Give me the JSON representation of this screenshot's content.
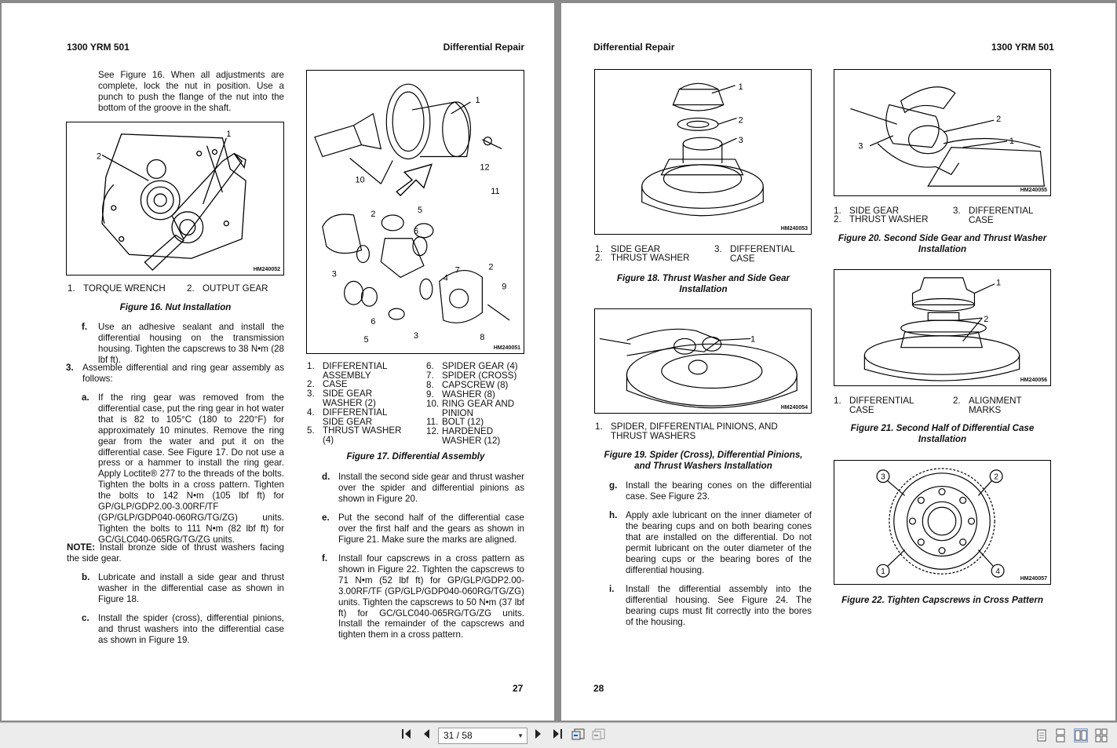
{
  "left_page": {
    "header_left": "1300 YRM 501",
    "header_right": "Differential Repair",
    "page_number": "27",
    "intro_text": "See Figure 16. When all adjustments are complete, lock the nut in position. Use a punch to push the flange of the nut into the bottom of the groove in the shaft.",
    "fig16": {
      "id": "HM240052",
      "callouts": [
        "1",
        "2"
      ],
      "legend": [
        {
          "n": "1.",
          "t": "TORQUE WRENCH"
        },
        {
          "n": "2.",
          "t": "OUTPUT GEAR"
        }
      ],
      "caption": "Figure 16.  Nut Installation"
    },
    "step_f": {
      "label": "f.",
      "text": "Use an adhesive sealant and install the differential housing on the transmission housing. Tighten the capscrews to 38 N•m (28 lbf ft)."
    },
    "step_3": {
      "label": "3.",
      "text": "Assemble differential and ring gear assembly as follows:"
    },
    "step_a": {
      "label": "a.",
      "text": "If the ring gear was removed from the differential case, put the ring gear in hot water that is 82 to 105°C (180 to 220°F) for approximately 10 minutes. Remove the ring gear from the water and put it on the differential case. See Figure 17. Do not use a press or a hammer to install the ring gear. Apply Loctite® 277 to the threads of the bolts. Tighten the bolts in a cross pattern. Tighten the bolts to 142 N•m (105 lbf ft) for GP/GLP/GDP2.00-3.00RF/TF (GP/GLP/GDP040-060RG/TG/ZG) units. Tighten the bolts to 111 N•m (82 lbf ft) for GC/GLC040-065RG/TG/ZG units."
    },
    "note": {
      "label": "NOTE:",
      "text": " Install bronze side of thrust washers facing the side gear."
    },
    "step_b": {
      "label": "b.",
      "text": "Lubricate and install a side gear and thrust washer in the differential case as shown in Figure 18."
    },
    "step_c": {
      "label": "c.",
      "text": "Install the spider (cross), differential pinions, and thrust washers into the differential case as shown in Figure 19."
    },
    "fig17": {
      "id": "HM240051",
      "callouts": [
        "1",
        "10",
        "12",
        "11",
        "2",
        "5",
        "6",
        "3",
        "4",
        "7",
        "2",
        "9",
        "6",
        "5",
        "3",
        "8"
      ],
      "legend": [
        {
          "n": "1.",
          "t": "DIFFERENTIAL ASSEMBLY"
        },
        {
          "n": "2.",
          "t": "CASE"
        },
        {
          "n": "3.",
          "t": "SIDE GEAR WASHER (2)"
        },
        {
          "n": "4.",
          "t": "DIFFERENTIAL SIDE GEAR"
        },
        {
          "n": "5.",
          "t": "THRUST WASHER (4)"
        },
        {
          "n": "6.",
          "t": "SPIDER GEAR (4)"
        },
        {
          "n": "7.",
          "t": "SPIDER (CROSS)"
        },
        {
          "n": "8.",
          "t": "CAPSCREW (8)"
        },
        {
          "n": "9.",
          "t": "WASHER (8)"
        },
        {
          "n": "10.",
          "t": "RING GEAR AND PINION"
        },
        {
          "n": "11.",
          "t": "BOLT (12)"
        },
        {
          "n": "12.",
          "t": "HARDENED WASHER (12)"
        }
      ],
      "caption": "Figure 17.  Differential Assembly"
    },
    "step_d": {
      "label": "d.",
      "text": "Install the second side gear and thrust washer over the spider and differential pinions as shown in Figure 20."
    },
    "step_e": {
      "label": "e.",
      "text": "Put the second half of the differential case over the first half and the gears as shown in Figure 21. Make sure the marks are aligned."
    },
    "step_f2": {
      "label": "f.",
      "text": "Install four capscrews in a cross pattern as shown in Figure 22. Tighten the capscrews to 71 N•m (52 lbf ft) for GP/GLP/GDP2.00-3.00RF/TF (GP/GLP/GDP040-060RG/TG/ZG) units. Tighten the capscrews to 50 N•m (37 lbf ft) for GC/GLC040-065RG/TG/ZG units. Install the remainder of the capscrews and tighten them in a cross pattern."
    }
  },
  "right_page": {
    "header_left": "Differential Repair",
    "header_right": "1300 YRM 501",
    "page_number": "28",
    "fig18": {
      "id": "HM240053",
      "callouts": [
        "1",
        "2",
        "3"
      ],
      "legend": [
        {
          "n": "1.",
          "t": "SIDE GEAR"
        },
        {
          "n": "2.",
          "t": "THRUST WASHER"
        },
        {
          "n": "3.",
          "t": "DIFFERENTIAL CASE"
        }
      ],
      "caption": "Figure 18.  Thrust Washer and Side Gear Installation"
    },
    "fig19": {
      "id": "HM240054",
      "callouts": [
        "1"
      ],
      "legend": [
        {
          "n": "1.",
          "t": "SPIDER, DIFFERENTIAL PINIONS, AND THRUST WASHERS"
        }
      ],
      "caption": "Figure 19. Spider (Cross), Differential Pinions, and Thrust Washers Installation"
    },
    "step_g": {
      "label": "g.",
      "text": "Install the bearing cones on the differential case. See Figure 23."
    },
    "step_h": {
      "label": "h.",
      "text": "Apply axle lubricant on the inner diameter of the bearing cups and on both bearing cones that are installed on the differential. Do not permit lubricant on the outer diameter of the bearing cups or the bearing bores of the differential housing."
    },
    "step_i": {
      "label": "i.",
      "text": "Install the differential assembly into the differential housing. See Figure 24. The bearing cups must fit correctly into the bores of the housing."
    },
    "fig20": {
      "id": "HM240055",
      "callouts": [
        "2",
        "3",
        "1"
      ],
      "legend": [
        {
          "n": "1.",
          "t": "SIDE GEAR"
        },
        {
          "n": "2.",
          "t": "THRUST WASHER"
        },
        {
          "n": "3.",
          "t": "DIFFERENTIAL CASE"
        }
      ],
      "caption": "Figure 20.  Second Side Gear and Thrust Washer Installation"
    },
    "fig21": {
      "id": "HM240056",
      "callouts": [
        "1",
        "2"
      ],
      "legend": [
        {
          "n": "1.",
          "t": "DIFFERENTIAL CASE"
        },
        {
          "n": "2.",
          "t": "ALIGNMENT MARKS"
        }
      ],
      "caption": "Figure 21.  Second Half of Differential Case Installation"
    },
    "fig22": {
      "id": "HM240057",
      "callouts": [
        "3",
        "2",
        "1",
        "4"
      ],
      "caption": "Figure 22. Tighten Capscrews in Cross Pattern"
    }
  },
  "toolbar": {
    "page_indicator": "31 / 58",
    "first_icon": "first-page-icon",
    "prev_icon": "previous-page-icon",
    "next_icon": "next-page-icon",
    "last_icon": "last-page-icon"
  }
}
